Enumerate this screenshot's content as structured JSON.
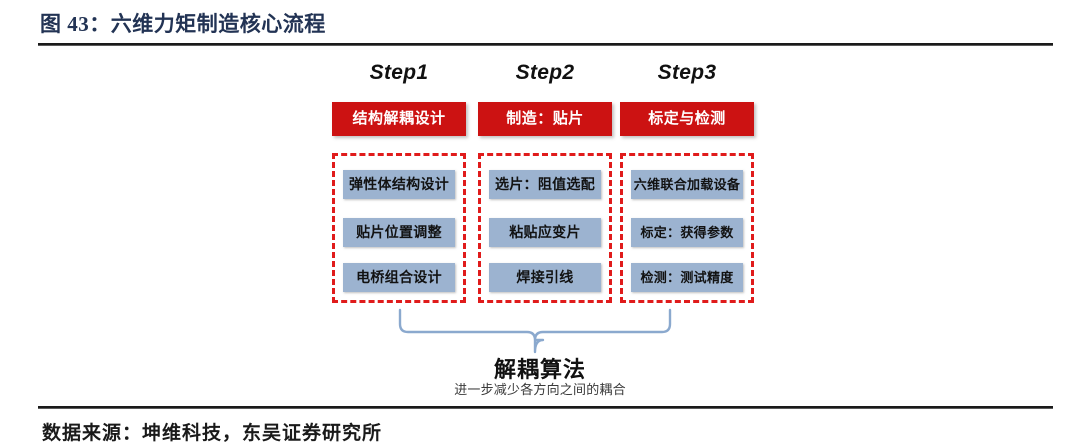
{
  "figure": {
    "title": "图 43：六维力矩制造核心流程",
    "source_note": "数据来源：坤维科技，东吴证券研究所",
    "title_color": "#223354",
    "accent_red": "#cc1212",
    "dashed_red": "#e01b1b",
    "task_blue": "#9cb3d0",
    "brace_blue": "#8ba9ce"
  },
  "flow": {
    "columns": [
      {
        "step_label": "Step1",
        "banner": "结构解耦设计",
        "tasks": [
          "弹性体结构设计",
          "贴片位置调整",
          "电桥组合设计"
        ]
      },
      {
        "step_label": "Step2",
        "banner": "制造：贴片",
        "tasks": [
          "选片：阻值选配",
          "粘贴应变片",
          "焊接引线"
        ]
      },
      {
        "step_label": "Step3",
        "banner": "标定与检测",
        "tasks": [
          "六维联合加载设备",
          "标定：获得参数",
          "检测：测试精度"
        ]
      }
    ],
    "summary": {
      "label": "解耦算法",
      "subtitle": "进一步减少各方向之间的耦合"
    }
  }
}
